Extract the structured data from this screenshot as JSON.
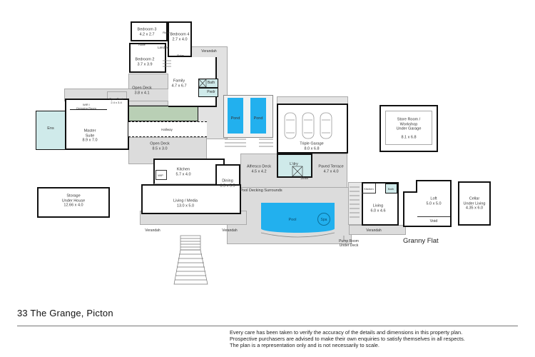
{
  "property": {
    "address": "33 The Grange, Picton"
  },
  "disclaimer": {
    "lines": [
      "Every care has been taken to verify the accuracy of the details and dimensions in this property plan.",
      "Prospective purchasers are advised to make their own enquiries to satisfy themselves in all respects.",
      "The plan is a representation only and is not necessarily to scale."
    ]
  },
  "floorplan": {
    "main_house": {
      "rooms": {
        "bedroom3": {
          "name": "Bedroom 3",
          "dims": "4.2 x 2.7"
        },
        "bedroom4": {
          "name": "Bedroom 4",
          "dims": "2.7 x 4.0"
        },
        "bedroom2": {
          "name": "Bedroom 2",
          "dims": "3.7 x 3.9"
        },
        "robe1": {
          "name": "Robe"
        },
        "robe2": {
          "name": "Robe"
        },
        "robe3": {
          "name": "Robe"
        },
        "landing": {
          "name": "Landing"
        },
        "verandah_top": {
          "name": "Verandah"
        },
        "family": {
          "name": "Family",
          "dims": "4.7 x 6.7"
        },
        "bath": {
          "name": "Bath"
        },
        "pwdr": {
          "name": "Pwdr"
        },
        "open_deck_upper": {
          "name": "Open Deck",
          "dims": "3.8 x 4.1"
        },
        "open_deck_small": {
          "name": "Open Deck",
          "dims": "2.4 x 3.4"
        },
        "wir": {
          "name": "WIR /",
          "name2": "Dressing Room"
        },
        "ens": {
          "name": "Ens"
        },
        "master": {
          "name": "Master",
          "name2": "Suite",
          "dims": "8.9 x 7.0"
        },
        "hallway": {
          "name": "Hallway"
        },
        "open_deck_mid": {
          "name": "Open Deck",
          "dims": "8.5 x 3.0"
        },
        "pond1": {
          "name": "Pond"
        },
        "pond2": {
          "name": "Pond"
        },
        "triple_garage": {
          "name": "Triple Garage",
          "dims": "8.0 x 6.8"
        },
        "kitchen": {
          "name": "Kitchen",
          "dims": "5.7 x 4.0"
        },
        "wip": {
          "name": "WIP"
        },
        "dining": {
          "name": "Dining",
          "dims": "3.5 x 5.5"
        },
        "alfresco": {
          "name": "Alfresco Deck",
          "dims": "4.5 x 4.2"
        },
        "ldry": {
          "name": "L'dry"
        },
        "shwr": {
          "name": "Shwr"
        },
        "paved_terrace": {
          "name": "Paved Terrace",
          "dims": "4.7 x 4.0"
        },
        "living_media": {
          "name": "Living / Media",
          "dims": "13.0 x 5.0"
        },
        "pool_decking": {
          "name": "Pool Decking Surrounds"
        },
        "pool": {
          "name": "Pool"
        },
        "spa": {
          "name": "Spa"
        },
        "verandah_left": {
          "name": "Verandah"
        },
        "verandah_right": {
          "name": "Verandah"
        },
        "pump_room": {
          "name": "Pump Room",
          "name2": "Under Deck"
        }
      }
    },
    "detached": {
      "storage": {
        "name": "Storage",
        "name2": "Under House",
        "dims": "12.66 x 4.0"
      },
      "store_room": {
        "name": "Store Room /",
        "name2": "Workshop",
        "name3": "Under Garage",
        "dims": "8.1 x 6.8"
      },
      "cellar": {
        "name": "Cellar",
        "name2": "Under Living",
        "dims": "4.35 x 6.0"
      }
    },
    "granny_flat": {
      "title": "Granny Flat",
      "rooms": {
        "kitchen": {
          "name": "Kitchen"
        },
        "bath": {
          "name": "Bath"
        },
        "living": {
          "name": "Living",
          "dims": "6.0 x 4.6"
        },
        "verandah": {
          "name": "Verandah"
        },
        "loft": {
          "name": "Loft",
          "dims": "5.0 x 5.0"
        },
        "void": {
          "name": "Void"
        }
      }
    },
    "colors": {
      "water": "#22b0ee",
      "deck": "#dcdcdc",
      "wet_area": "#cfeaea",
      "deck_green": "#b9cfb5",
      "wall": "#111111"
    }
  }
}
